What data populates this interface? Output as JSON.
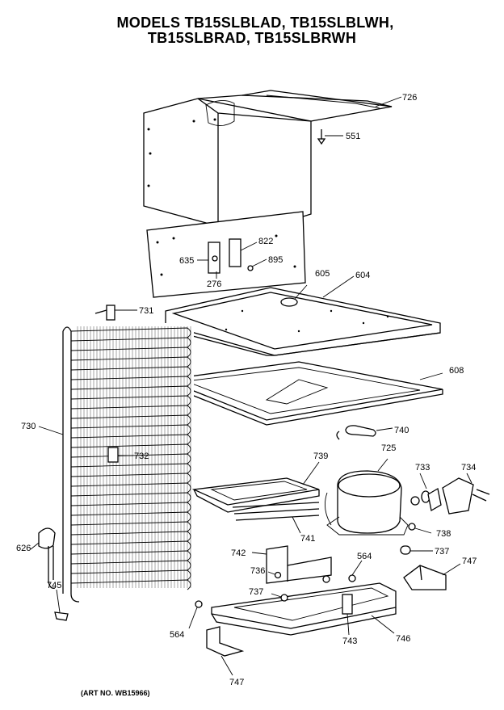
{
  "title": {
    "line1": "MODELS TB15SLBLAD, TB15SLBLWH,",
    "line2": "TB15SLBRAD, TB15SLBRWH"
  },
  "art_no": "(ART NO. WB15966)",
  "parts": {
    "p726": "726",
    "p551": "551",
    "p822": "822",
    "p635": "635",
    "p895": "895",
    "p276": "276",
    "p605": "605",
    "p604": "604",
    "p731": "731",
    "p608": "608",
    "p730": "730",
    "p740": "740",
    "p739": "739",
    "p725": "725",
    "p733": "733",
    "p734": "734",
    "p732": "732",
    "p741": "741",
    "p738": "738",
    "p626": "626",
    "p742": "742",
    "p564a": "564",
    "p737a": "737",
    "p747a": "747",
    "p736": "736",
    "p737b": "737",
    "p745": "745",
    "p564b": "564",
    "p743": "743",
    "p746": "746",
    "p747b": "747"
  }
}
